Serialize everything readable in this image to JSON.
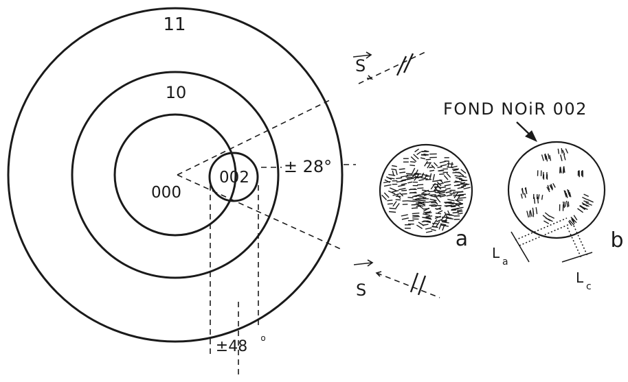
{
  "rings": {
    "outer_label": "11",
    "middle_label": "10"
  },
  "spots": {
    "center_label": "000",
    "aperture_label": "002"
  },
  "angles": {
    "horizontal": "± 28°",
    "vertical": "±48",
    "vertical_mark": "o"
  },
  "vectors": {
    "top_label": "S",
    "bottom_label": "S"
  },
  "panels": {
    "heading": "FOND NOiR 002",
    "a_label": "a",
    "b_label": "b",
    "la_label": "L",
    "la_sub": "a",
    "lc_label": "L",
    "lc_sub": "c"
  }
}
